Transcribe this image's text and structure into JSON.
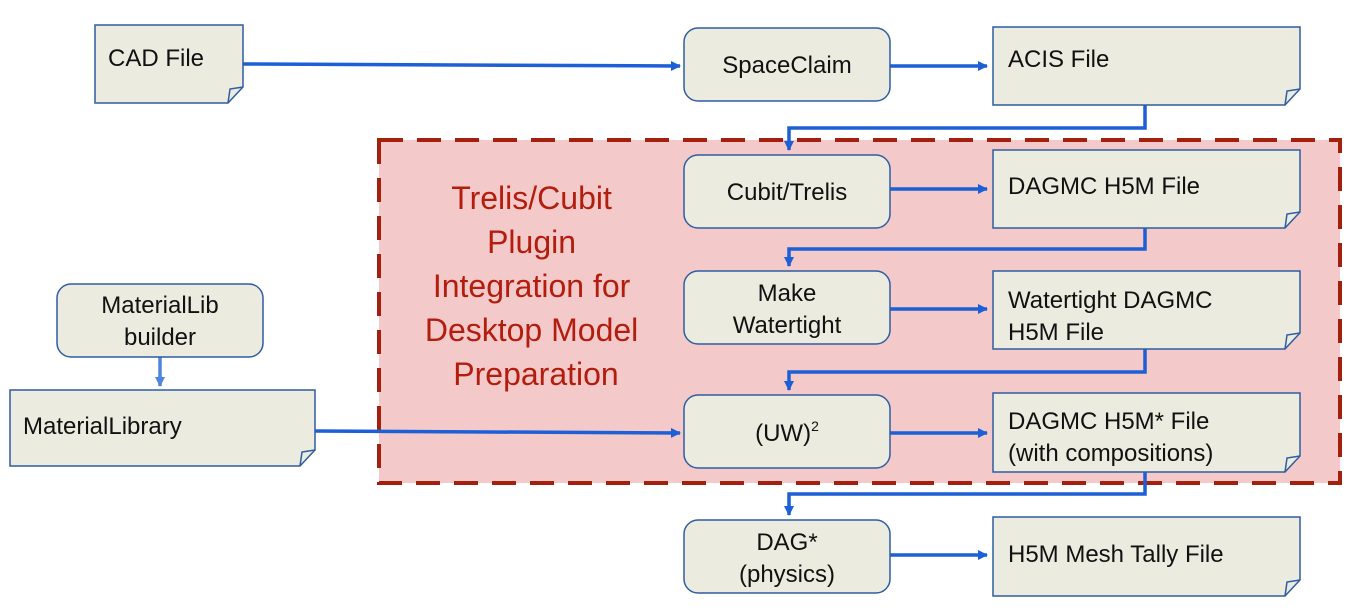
{
  "colors": {
    "node_fill": "#ecebdf",
    "node_stroke": "#2f5da0",
    "arrow": "#1c5fd6",
    "arrow_light": "#4f86dd",
    "region_fill": "#f4c9c9",
    "region_border": "#a3200f",
    "region_text": "#b31d0e"
  },
  "region": {
    "label_lines": [
      "Trelis/Cubit",
      "Plugin",
      "Integration for",
      "Desktop Model",
      "Preparation"
    ]
  },
  "nodes": {
    "cad_file": {
      "lines": [
        "CAD File"
      ],
      "shape": "document"
    },
    "spaceclaim": {
      "lines": [
        "SpaceClaim"
      ],
      "shape": "process"
    },
    "acis_file": {
      "lines": [
        "ACIS File"
      ],
      "shape": "document"
    },
    "cubit_trelis": {
      "lines": [
        "Cubit/Trelis"
      ],
      "shape": "process"
    },
    "dagmc_h5m": {
      "lines": [
        "DAGMC H5M File"
      ],
      "shape": "document"
    },
    "make_watertight": {
      "lines": [
        "Make",
        "Watertight"
      ],
      "shape": "process"
    },
    "watertight_h5m": {
      "lines": [
        "Watertight DAGMC",
        "H5M File"
      ],
      "shape": "document"
    },
    "materiallib_builder": {
      "lines": [
        "MaterialLib",
        "builder"
      ],
      "shape": "process"
    },
    "material_library": {
      "lines": [
        "MaterialLibrary"
      ],
      "shape": "document"
    },
    "uw2": {
      "text": "(UW)",
      "superscript": "2",
      "shape": "process"
    },
    "dagmc_h5m_star": {
      "lines": [
        "DAGMC H5M* File",
        "(with compositions)"
      ],
      "shape": "document"
    },
    "dag_star": {
      "lines": [
        "DAG*",
        "(physics)"
      ],
      "shape": "process"
    },
    "h5m_tally": {
      "lines": [
        "H5M Mesh Tally File"
      ],
      "shape": "document"
    }
  },
  "edges": [
    {
      "from": "cad_file",
      "to": "spaceclaim"
    },
    {
      "from": "spaceclaim",
      "to": "acis_file"
    },
    {
      "from": "acis_file",
      "to": "cubit_trelis"
    },
    {
      "from": "cubit_trelis",
      "to": "dagmc_h5m"
    },
    {
      "from": "dagmc_h5m",
      "to": "make_watertight"
    },
    {
      "from": "make_watertight",
      "to": "watertight_h5m"
    },
    {
      "from": "watertight_h5m",
      "to": "uw2"
    },
    {
      "from": "materiallib_builder",
      "to": "material_library"
    },
    {
      "from": "material_library",
      "to": "uw2"
    },
    {
      "from": "uw2",
      "to": "dagmc_h5m_star"
    },
    {
      "from": "dagmc_h5m_star",
      "to": "dag_star"
    },
    {
      "from": "dag_star",
      "to": "h5m_tally"
    }
  ]
}
